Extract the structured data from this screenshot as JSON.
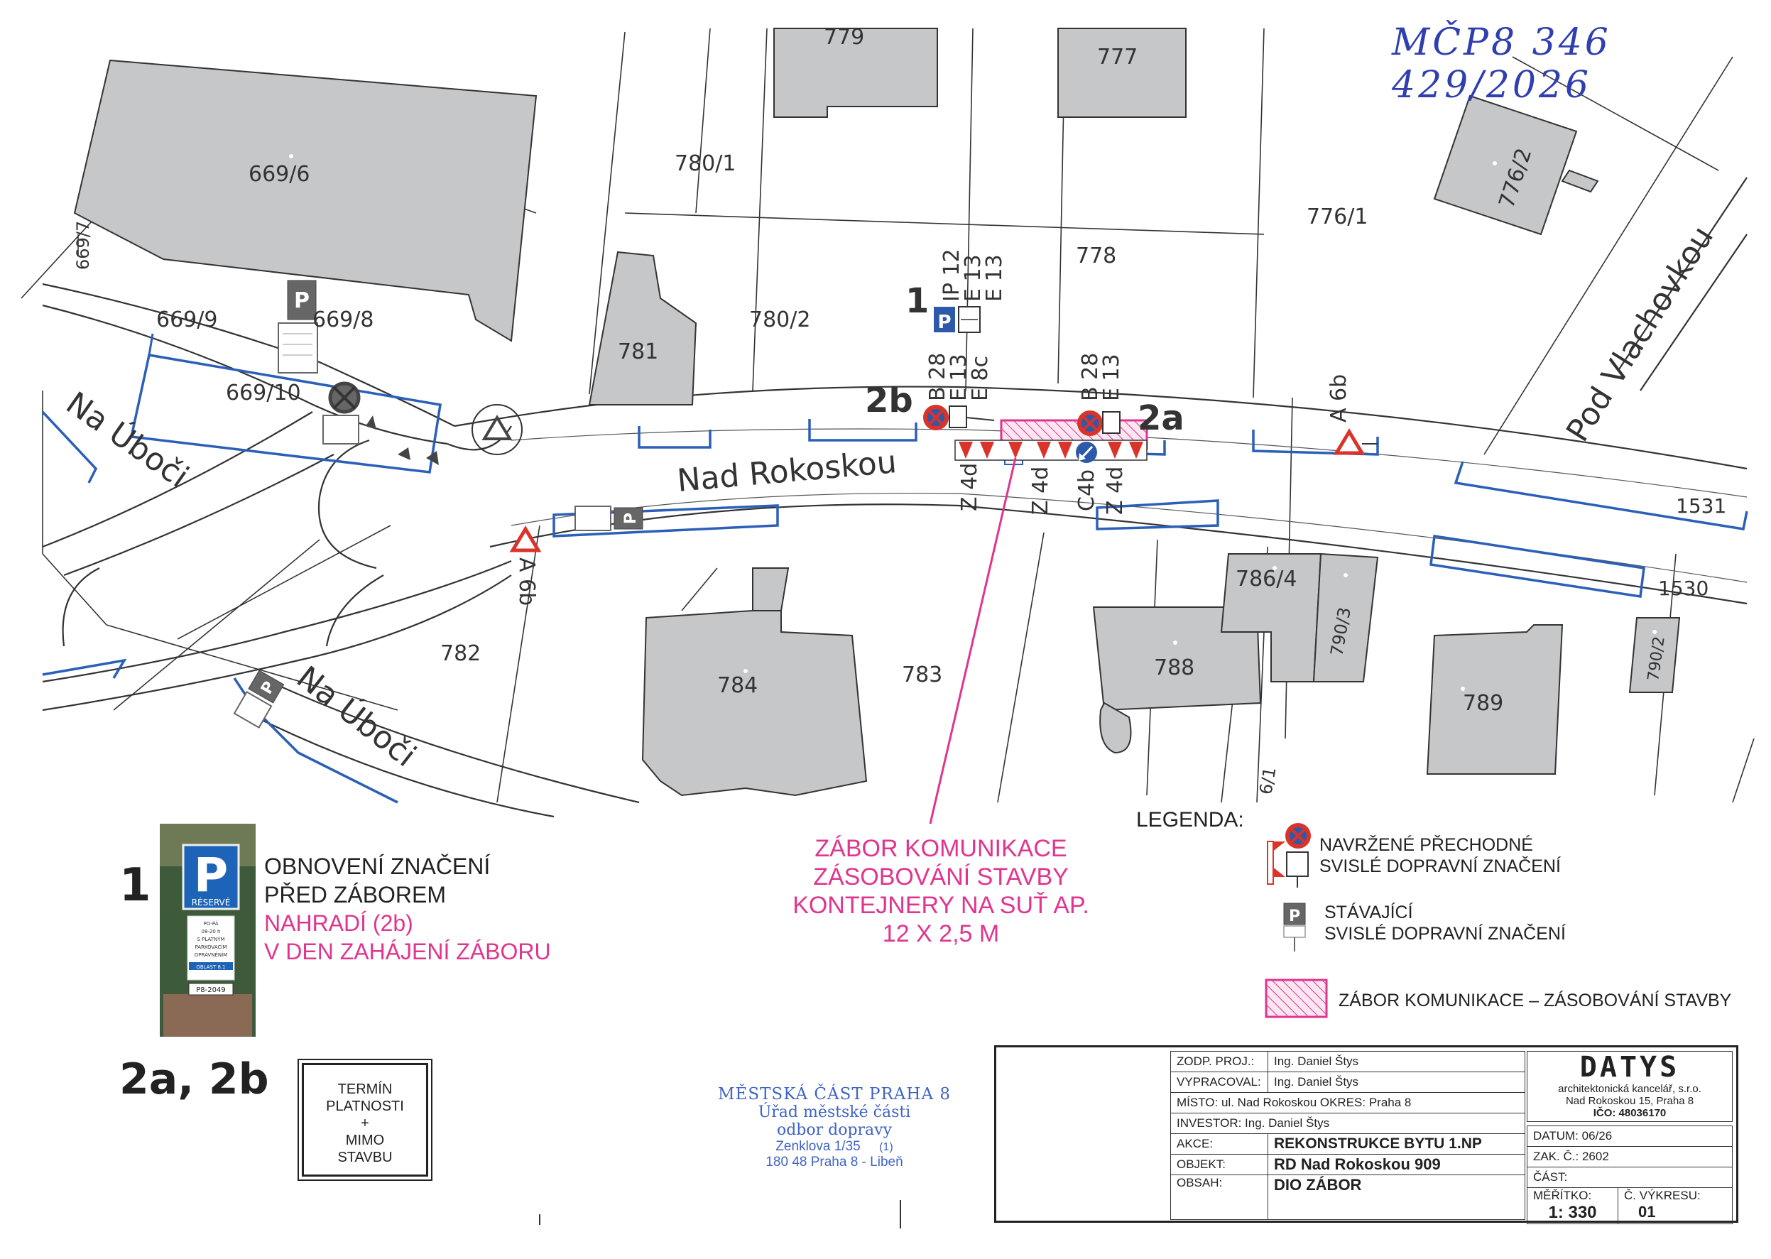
{
  "handwritten_ref": "MČP8   346 429/2026",
  "streets": {
    "na_uboci_top": "Na Úboči",
    "na_uboci_bottom": "Na Úboči",
    "nad_rokoskou": "Nad Rokoskou",
    "pod_vlachovkou": "Pod Vlachovkou"
  },
  "parcels": [
    "669/6",
    "669/7",
    "669/9",
    "669/8",
    "669/10",
    "780/1",
    "780/2",
    "781",
    "779",
    "777",
    "778",
    "776/1",
    "776/2",
    "782",
    "783",
    "784",
    "786/4",
    "790/3",
    "788",
    "789",
    "790/2",
    "1531",
    "1530",
    "6/1"
  ],
  "signs": {
    "group1_label": "1",
    "ip12": "IP 12",
    "e13_a": "E 13",
    "e13_b": "E 13",
    "group2b_label": "2b",
    "b28_left": "B 28",
    "e13_left": "E 13",
    "e8c": "E 8c",
    "group2a_label": "2a",
    "b28_right": "B 28",
    "e13_right": "E 13",
    "a6b_top": "A 6b",
    "a6b_bottom": "A 6b",
    "z4d_1": "Z 4d",
    "z4d_2": "Z 4d",
    "c4b": "C4b",
    "z4d_3": "Z 4d",
    "p_sign_text": "P",
    "reserve_text": "RÉSERVÉ"
  },
  "callout": {
    "line1": "ZÁBOR KOMUNIKACE",
    "line2": "ZÁSOBOVÁNÍ STAVBY",
    "line3": "KONTEJNERY NA SUŤ AP.",
    "line4": "12 X 2,5 M"
  },
  "note1": {
    "number": "1",
    "line1": "OBNOVENÍ ZNAČENÍ",
    "line2": "PŘED ZÁBOREM",
    "line3": "NAHRADÍ  (2b)",
    "line4": "V DEN  ZAHÁJENÍ ZÁBORU",
    "photo_p": "P",
    "photo_reserve": "RÉSERVÉ",
    "photo_plate_lines": [
      "PO-PÁ",
      "08-20 h",
      "S PLATNÝM",
      "PARKOVACÍM",
      "OPRÁVNĚNÍM"
    ],
    "photo_oblast": "OBLAST 8.1",
    "photo_plate": "P8-2049"
  },
  "note2": {
    "label": "2a, 2b",
    "box_line1": "TERMÍN",
    "box_line2": "PLATNOSTI",
    "box_line3": "+",
    "box_line4": "MIMO",
    "box_line5": "STAVBU"
  },
  "legend": {
    "title": "LEGENDA:",
    "item1_line1": "NAVRŽENÉ PŘECHODNÉ",
    "item1_line2": "SVISLÉ DOPRAVNÍ ZNAČENÍ",
    "item2_line1": "STÁVAJÍCÍ",
    "item2_line2": "SVISLÉ DOPRAVNÍ ZNAČENÍ",
    "item3": "ZÁBOR KOMUNIKACE – ZÁSOBOVÁNÍ STAVBY"
  },
  "stamp": {
    "line1": "MĚSTSKÁ ČÁST PRAHA 8",
    "line2": "Úřad městské části",
    "line3": "odbor dopravy",
    "line4": "Zenklova 1/35",
    "line4b": "(1)",
    "line5": "180 48 Praha 8 - Libeň"
  },
  "title_block": {
    "zodp_label": "ZODP. PROJ.:",
    "zodp_value": "Ing. Daniel Štys",
    "vyprac_label": "VYPRACOVAL:",
    "vyprac_value": "Ing. Daniel Štys",
    "misto": "MÍSTO:  ul. Nad Rokoskou   OKRES: Praha  8",
    "investor": "INVESTOR: Ing. Daniel Štys",
    "akce_label": "AKCE:",
    "akce_value": "REKONSTRUKCE BYTU 1.NP",
    "objekt_label": "OBJEKT:",
    "objekt_value": "RD  Nad  Rokoskou  909",
    "obsah_label": "OBSAH:",
    "obsah_value": "DIO  ZÁBOR",
    "company_logo": "DATYS",
    "company_line1": "architektonická kancelář, s.r.o.",
    "company_line2": "Nad Rokoskou 15, Praha 8",
    "company_ico": "IČO: 48036170",
    "datum": "DATUM:  06/26",
    "zak": "ZAK. Č.:  2602",
    "cast": "ČÁST:",
    "meritko_label": "MĚŘÍTKO:",
    "meritko_value": "1: 330",
    "cislo_label": "Č.  VÝKRESU:",
    "cislo_value": "01"
  },
  "colors": {
    "building": "#c6c7c9",
    "parking_outline": "#2b5fb8",
    "closure_magenta": "#e0358e",
    "sign_red": "#d9332a",
    "sign_blue": "#2d5aa8"
  }
}
